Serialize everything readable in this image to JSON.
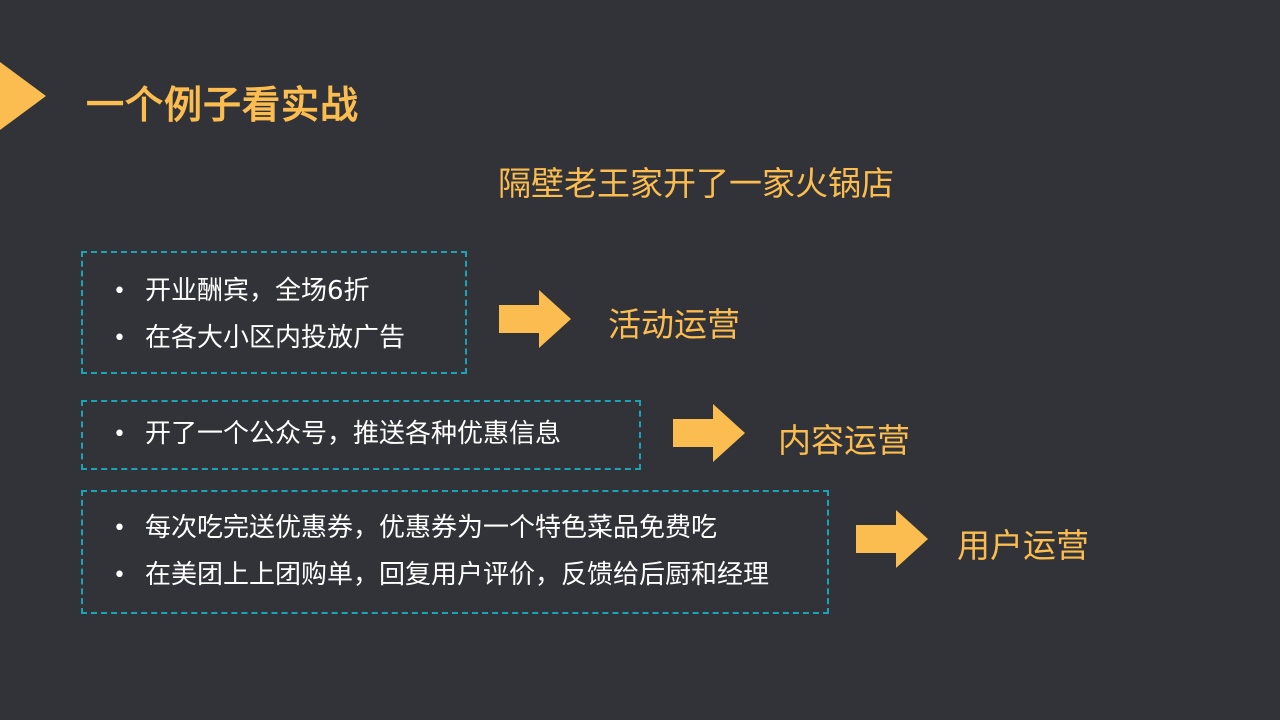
{
  "slide": {
    "title": "一个例子看实战",
    "subtitle": "隔壁老王家开了一家火锅店"
  },
  "rows": [
    {
      "bullets": [
        "开业酬宾，全场6折",
        "在各大小区内投放广告"
      ],
      "label": "活动运营"
    },
    {
      "bullets": [
        "开了一个公众号，推送各种优惠信息"
      ],
      "label": "内容运营"
    },
    {
      "bullets": [
        "每次吃完送优惠券，优惠券为一个特色菜品免费吃",
        "在美团上上团购单，回复用户评价，反馈给后厨和经理"
      ],
      "label": "用户运营"
    }
  ],
  "colors": {
    "background": "#323338",
    "accent": "#fbbd4f",
    "box_border": "#1ca3b5",
    "bullet_text": "#ffffff"
  },
  "icons": {
    "title_marker": "triangle-marker-icon",
    "row_arrow": "right-arrow-icon"
  }
}
